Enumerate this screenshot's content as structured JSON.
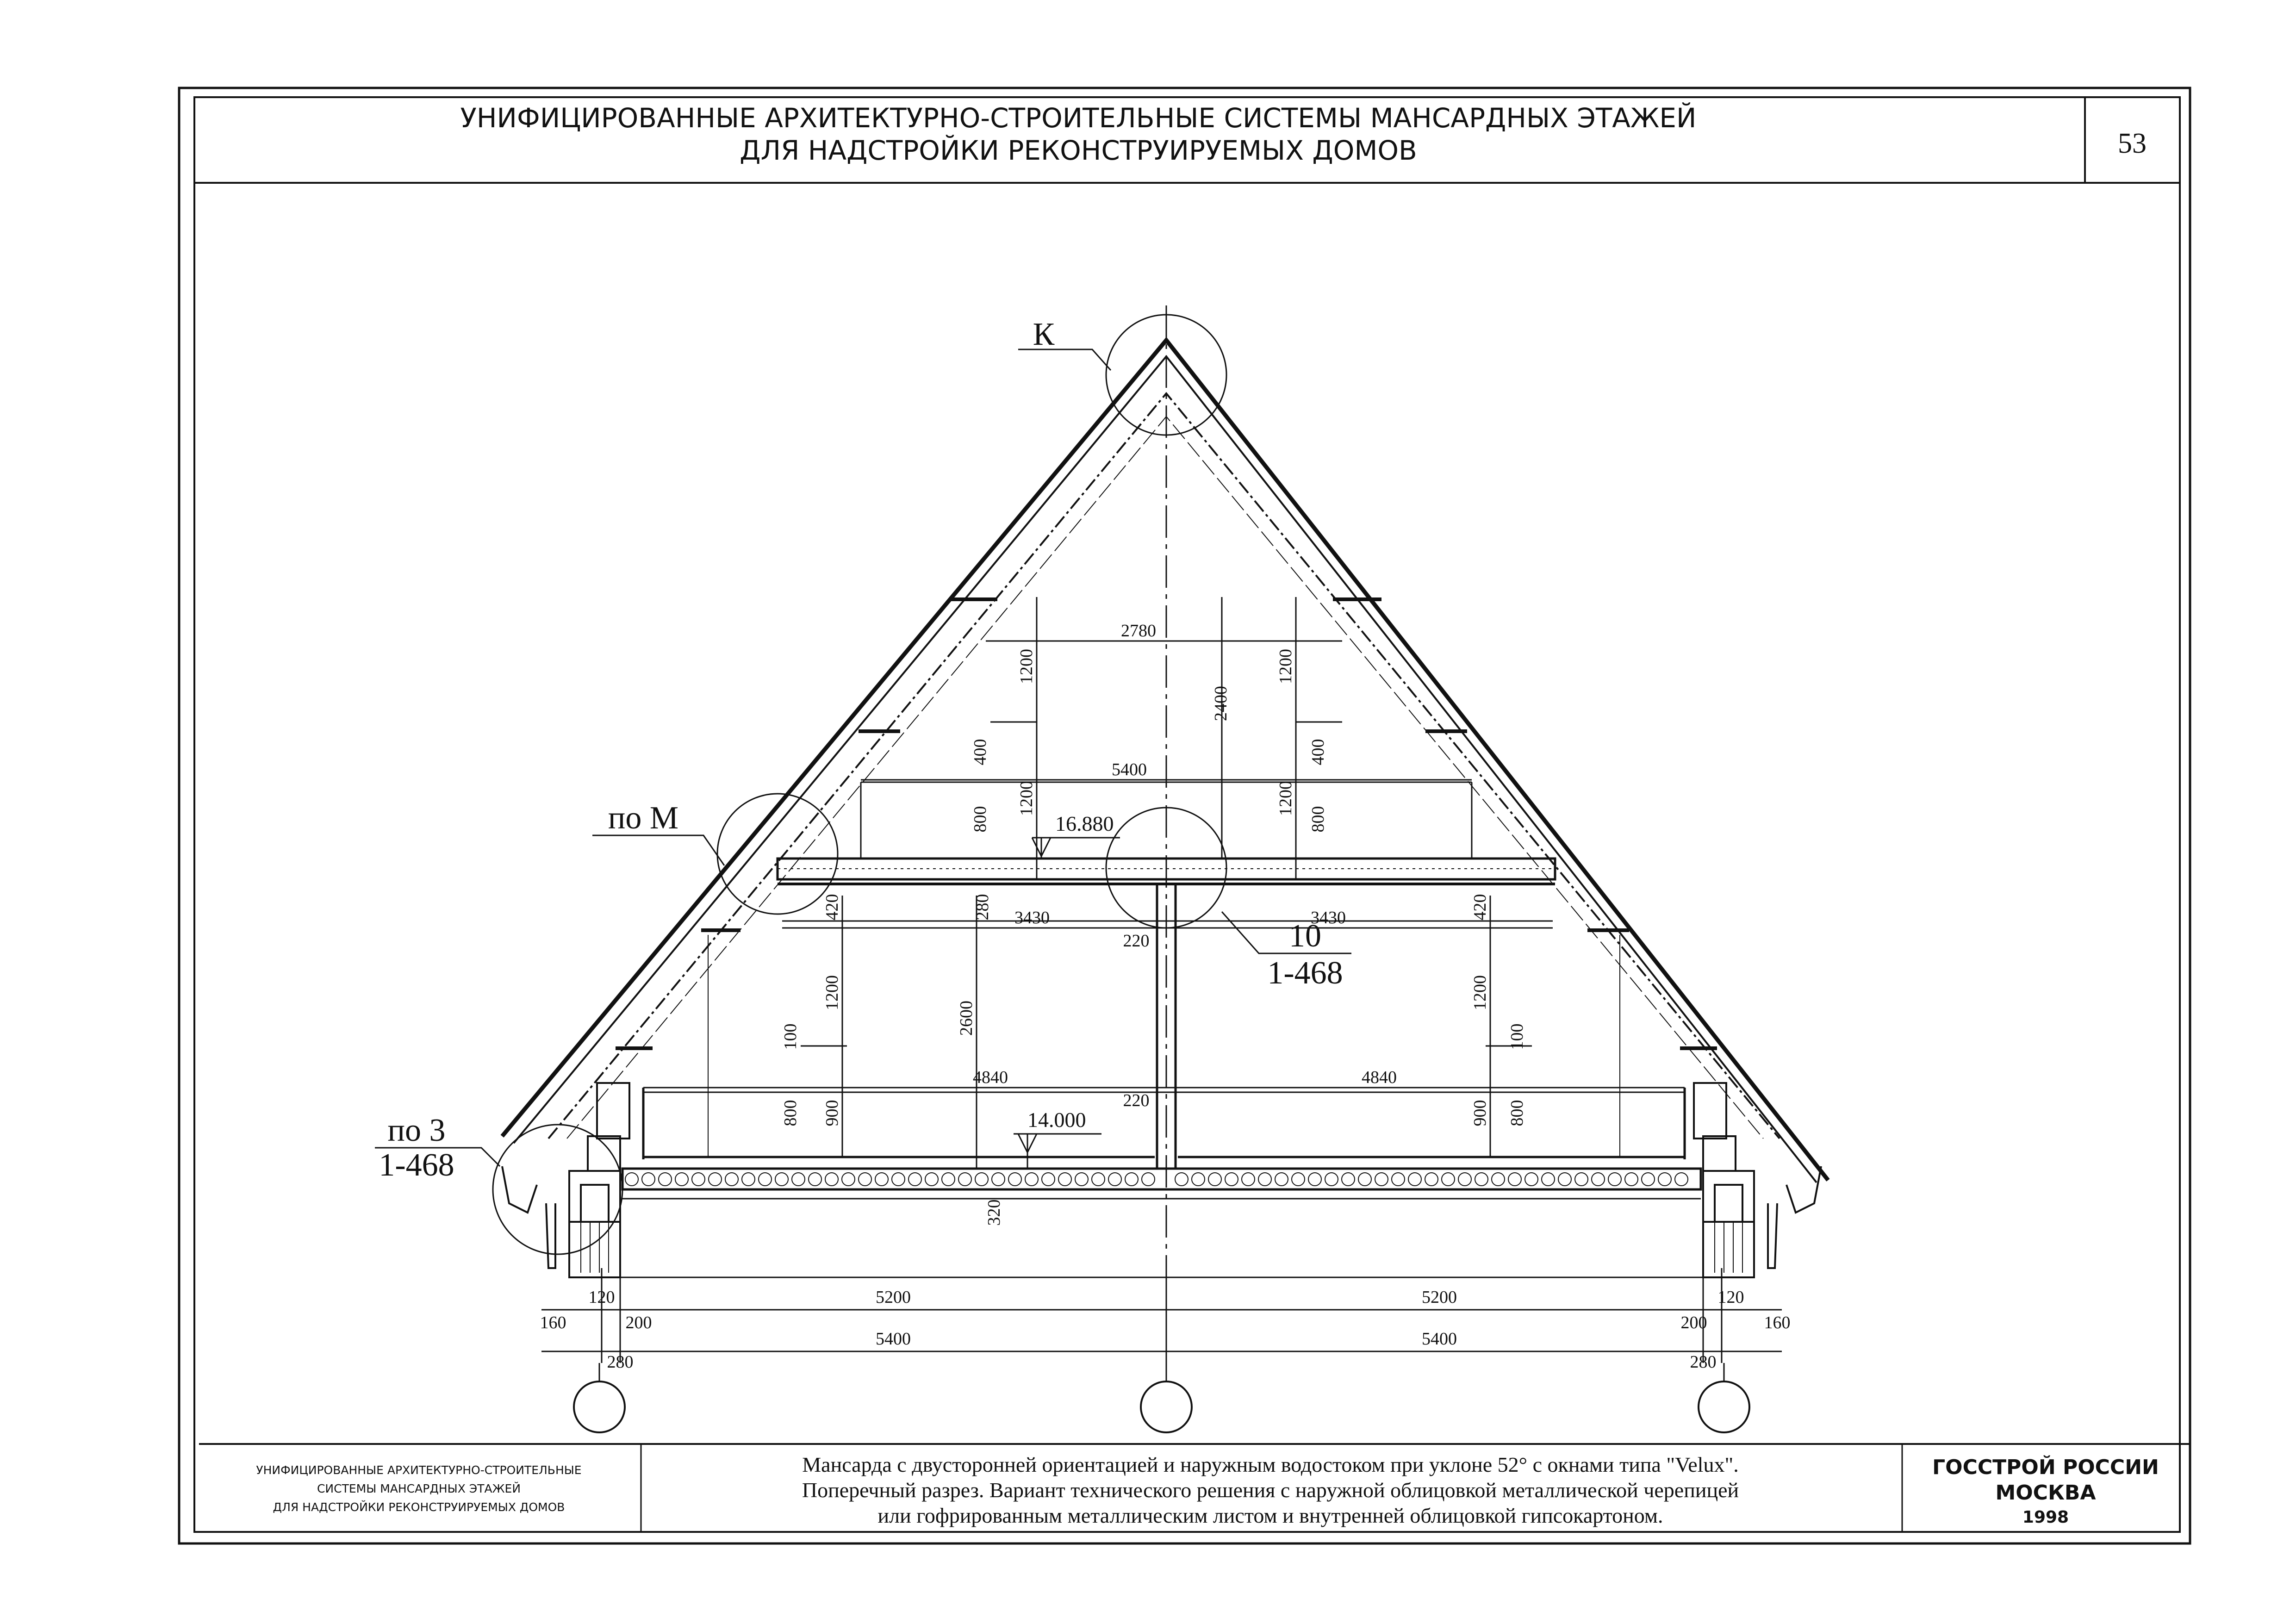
{
  "header": {
    "title_line1": "УНИФИЦИРОВАННЫЕ АРХИТЕКТУРНО-СТРОИТЕЛЬНЫЕ СИСТЕМЫ МАНСАРДНЫХ ЭТАЖЕЙ",
    "title_line2": "ДЛЯ НАДСТРОЙКИ РЕКОНСТРУИРУЕМЫХ ДОМОВ",
    "page_number": "53"
  },
  "drawing": {
    "callouts": {
      "ridge": "К",
      "eave_left": "по М",
      "node_center_top": "10",
      "node_center_bottom": "1-468",
      "node_left_top": "по 3",
      "node_left_bottom": "1-468"
    },
    "levels": {
      "floor_level": "16.880",
      "base_level": "14.000"
    },
    "dimensions": {
      "d_2780": "2780",
      "d_5400_top": "5400",
      "d_2400": "2400",
      "d_1200_l1": "1200",
      "d_1200_r1": "1200",
      "d_400_l": "400",
      "d_400_r": "400",
      "d_1200_l2": "1200",
      "d_1200_r2": "1200",
      "d_800_l": "800",
      "d_800_r": "800",
      "d_420_l": "420",
      "d_420_r": "420",
      "d_280_c": "280",
      "d_3430_l": "3430",
      "d_3430_r": "3430",
      "d_220_a": "220",
      "d_1200_l3": "1200",
      "d_1200_r3": "1200",
      "d_100_l": "100",
      "d_100_r": "100",
      "d_2600": "2600",
      "d_4840_l": "4840",
      "d_4840_r": "4840",
      "d_220_b": "220",
      "d_800_l2": "800",
      "d_900_l": "900",
      "d_900_r": "900",
      "d_800_r2": "800",
      "d_320": "320",
      "d_120_l": "120",
      "d_5200_l": "5200",
      "d_5200_r": "5200",
      "d_120_r": "120",
      "d_160_l": "160",
      "d_200_l": "200",
      "d_5400_l": "5400",
      "d_5400_r": "5400",
      "d_200_r": "200",
      "d_160_r": "160",
      "d_280_l": "280",
      "d_280_r": "280"
    }
  },
  "title_block": {
    "series_line1": "УНИФИЦИРОВАННЫЕ АРХИТЕКТУРНО-СТРОИТЕЛЬНЫЕ",
    "series_line2": "СИСТЕМЫ МАНСАРДНЫХ ЭТАЖЕЙ",
    "series_line3": "ДЛЯ НАДСТРОЙКИ РЕКОНСТРУИРУЕМЫХ ДОМОВ",
    "caption_line1": "Мансарда с двусторонней ориентацией и наружным водостоком при уклоне 52° с окнами типа \"Velux\".",
    "caption_line2": "Поперечный разрез. Вариант технического решения с наружной облицовкой металлической черепицей",
    "caption_line3": "или гофрированным металлическим листом и внутренней облицовкой гипсокартоном.",
    "org": "ГОССТРОЙ РОССИИ",
    "city": "МОСКВА",
    "year": "1998"
  }
}
